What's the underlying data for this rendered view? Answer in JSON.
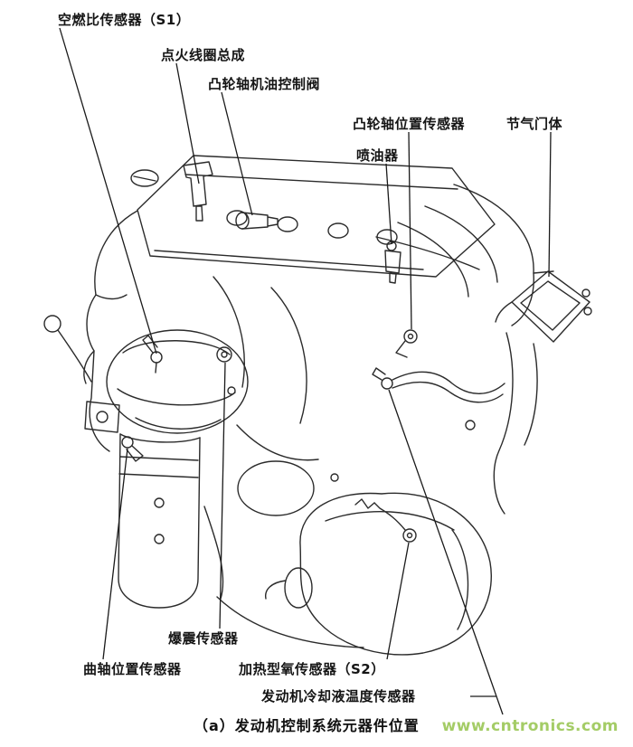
{
  "figure": {
    "caption": "（a）发动机控制系统元器件位置",
    "watermark": {
      "text": "www.cntronics.com",
      "color": "#a4cc66"
    },
    "line_color": "#2b2b2b",
    "labels": [
      {
        "id": "air-fuel-sensor",
        "text": "空燃比传感器（S1）"
      },
      {
        "id": "ignition-coil",
        "text": "点火线圈总成"
      },
      {
        "id": "cam-oil-valve",
        "text": "凸轮轴机油控制阀"
      },
      {
        "id": "cam-pos-sensor",
        "text": "凸轮轴位置传感器"
      },
      {
        "id": "throttle-body",
        "text": "节气门体"
      },
      {
        "id": "injector",
        "text": "喷油器"
      },
      {
        "id": "knock-sensor",
        "text": "爆震传感器"
      },
      {
        "id": "crank-pos-sensor",
        "text": "曲轴位置传感器"
      },
      {
        "id": "o2-sensor",
        "text": "加热型氧传感器（S2）"
      },
      {
        "id": "coolant-temp-sensor",
        "text": "发动机冷却液温度传感器"
      }
    ]
  }
}
